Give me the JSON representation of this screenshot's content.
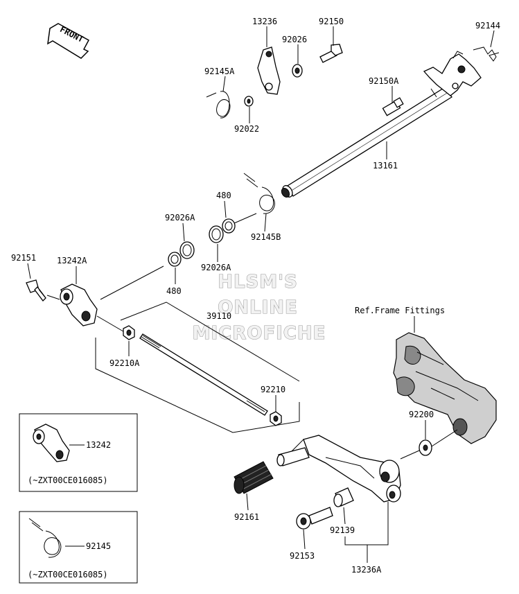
{
  "front_label": "FRONT",
  "watermark": [
    "HLSM'S",
    "ONLINE",
    "MICROFICHE"
  ],
  "ref_note": "Ref.Frame Fittings",
  "inset_note_1": "(~ZXT00CE016085)",
  "inset_note_2": "(~ZXT00CE016085)",
  "parts": {
    "p13236": "13236",
    "p92150": "92150",
    "p92144": "92144",
    "p92026": "92026",
    "p92145A": "92145A",
    "p92150A": "92150A",
    "p92022": "92022",
    "p13161": "13161",
    "p480a": "480",
    "p92026A_a": "92026A",
    "p92145B": "92145B",
    "p92151": "92151",
    "p13242A": "13242A",
    "p92026A_b": "92026A",
    "p480b": "480",
    "p39110": "39110",
    "p92210A": "92210A",
    "p92210": "92210",
    "p92200": "92200",
    "p13242": "13242",
    "p92161": "92161",
    "p92139": "92139",
    "p92153": "92153",
    "p13236A": "13236A",
    "p92145": "92145"
  }
}
